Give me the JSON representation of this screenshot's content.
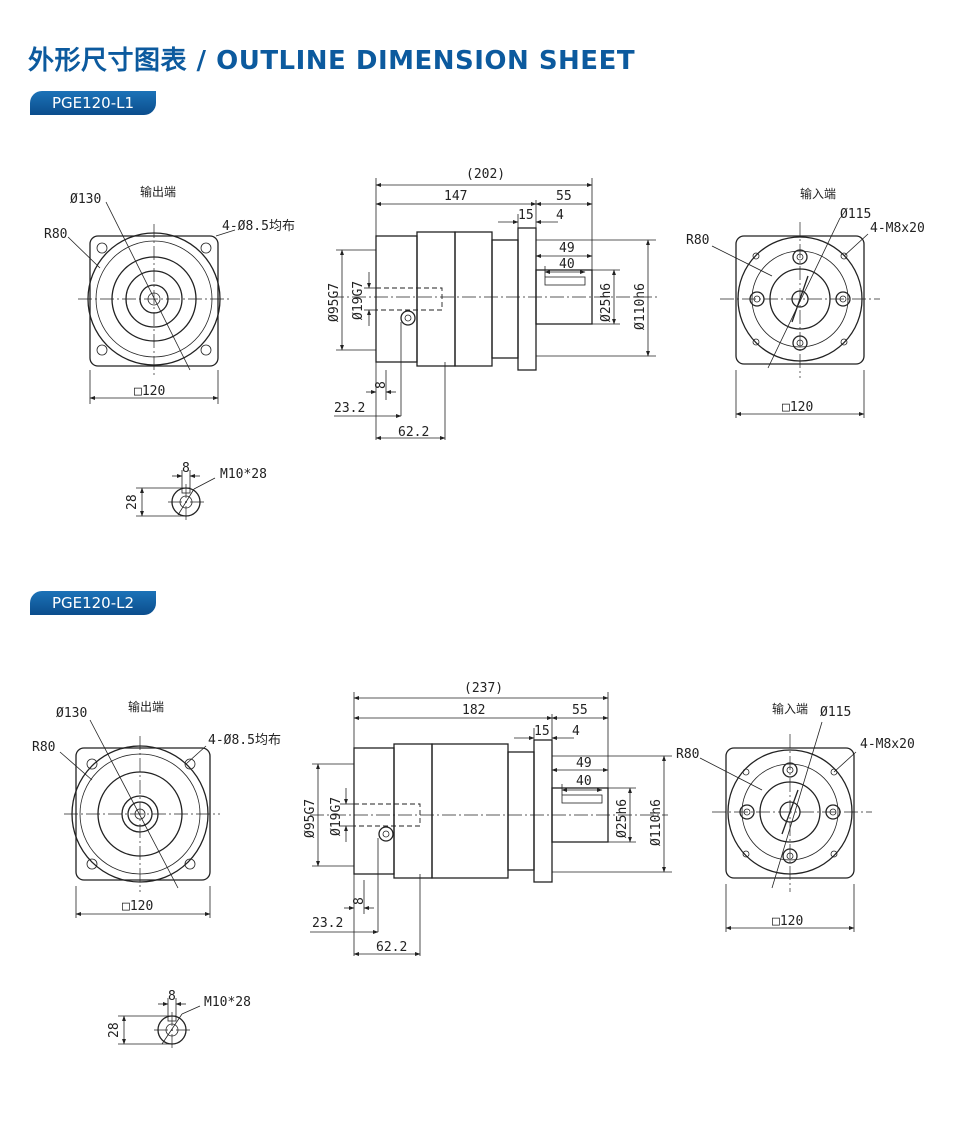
{
  "page_title": "外形尺寸图表 / OUTLINE DIMENSION SHEET",
  "colors": {
    "accent": "#0c5a9e",
    "badge": "#1565a8",
    "line": "#222222"
  },
  "models": [
    {
      "name": "PGE120-L1",
      "output_end": {
        "label": "输出端",
        "diameter": "Ø130",
        "radius": "R80",
        "holes": "4-Ø8.5均布",
        "square": "□120"
      },
      "side": {
        "total": "(202)",
        "body": "147",
        "shaft_len": "55",
        "flange": "15",
        "gap": "4",
        "key_len": "49",
        "key_inner": "40",
        "shaft_dia": "Ø25h6",
        "pilot": "Ø110h6",
        "bore_outer": "Ø95G7",
        "bore_inner": "Ø19G7",
        "d8": "8",
        "d232": "23.2",
        "d622": "62.2"
      },
      "input_end": {
        "label": "输入端",
        "diameter": "Ø115",
        "radius": "R80",
        "holes": "4-M8x20",
        "square": "□120"
      },
      "shaft_end": {
        "width": "8",
        "height": "28",
        "thread": "M10*28"
      }
    },
    {
      "name": "PGE120-L2",
      "output_end": {
        "label": "输出端",
        "diameter": "Ø130",
        "radius": "R80",
        "holes": "4-Ø8.5均布",
        "square": "□120"
      },
      "side": {
        "total": "(237)",
        "body": "182",
        "shaft_len": "55",
        "flange": "15",
        "gap": "4",
        "key_len": "49",
        "key_inner": "40",
        "shaft_dia": "Ø25h6",
        "pilot": "Ø110h6",
        "bore_outer": "Ø95G7",
        "bore_inner": "Ø19G7",
        "d8": "8",
        "d232": "23.2",
        "d622": "62.2"
      },
      "input_end": {
        "label": "输入端",
        "diameter": "Ø115",
        "radius": "R80",
        "holes": "4-M8x20",
        "square": "□120"
      },
      "shaft_end": {
        "width": "8",
        "height": "28",
        "thread": "M10*28"
      }
    }
  ]
}
